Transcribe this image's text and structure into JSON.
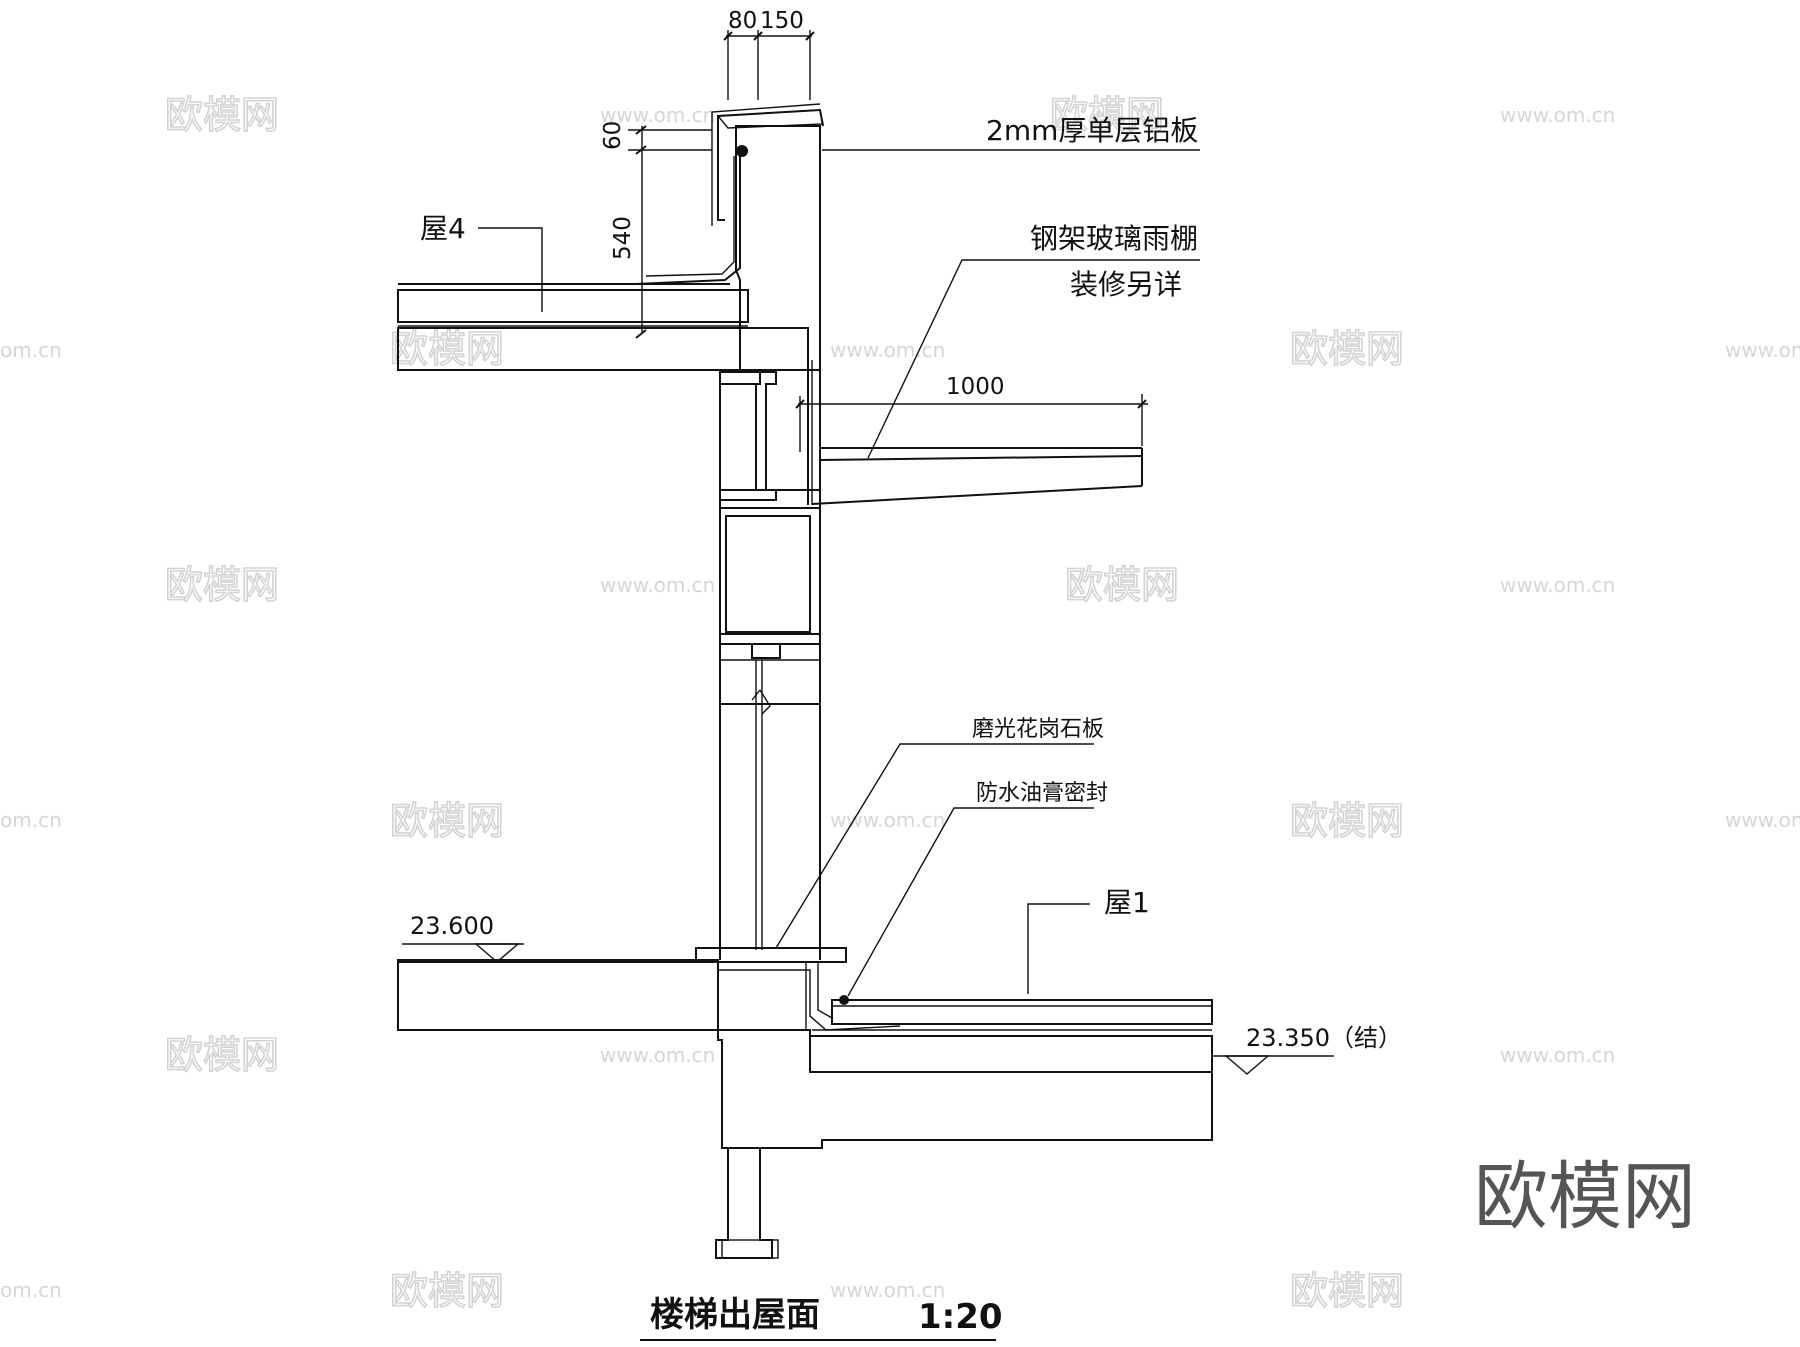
{
  "dims": {
    "d80": "80",
    "d150": "150",
    "d60": "60",
    "d540": "540",
    "d1000": "1000"
  },
  "labels": {
    "aluminum_panel": "2mm厚单层铝板",
    "roof4": "屋4",
    "canopy_line1": "钢架玻璃雨棚",
    "canopy_line2": "装修另详",
    "granite": "磨光花岗石板",
    "sealant": "防水油膏密封",
    "roof1": "屋1"
  },
  "elevations": {
    "upper": "23.600",
    "lower": "23.350（结）"
  },
  "title": {
    "name": "楼梯出屋面",
    "scale": "1:20"
  },
  "watermark": {
    "logo": "欧模网",
    "url": "www.om.cn",
    "url_partial": "om.cn"
  },
  "colors": {
    "line": "#111111",
    "watermark": "#d6d6d6"
  }
}
